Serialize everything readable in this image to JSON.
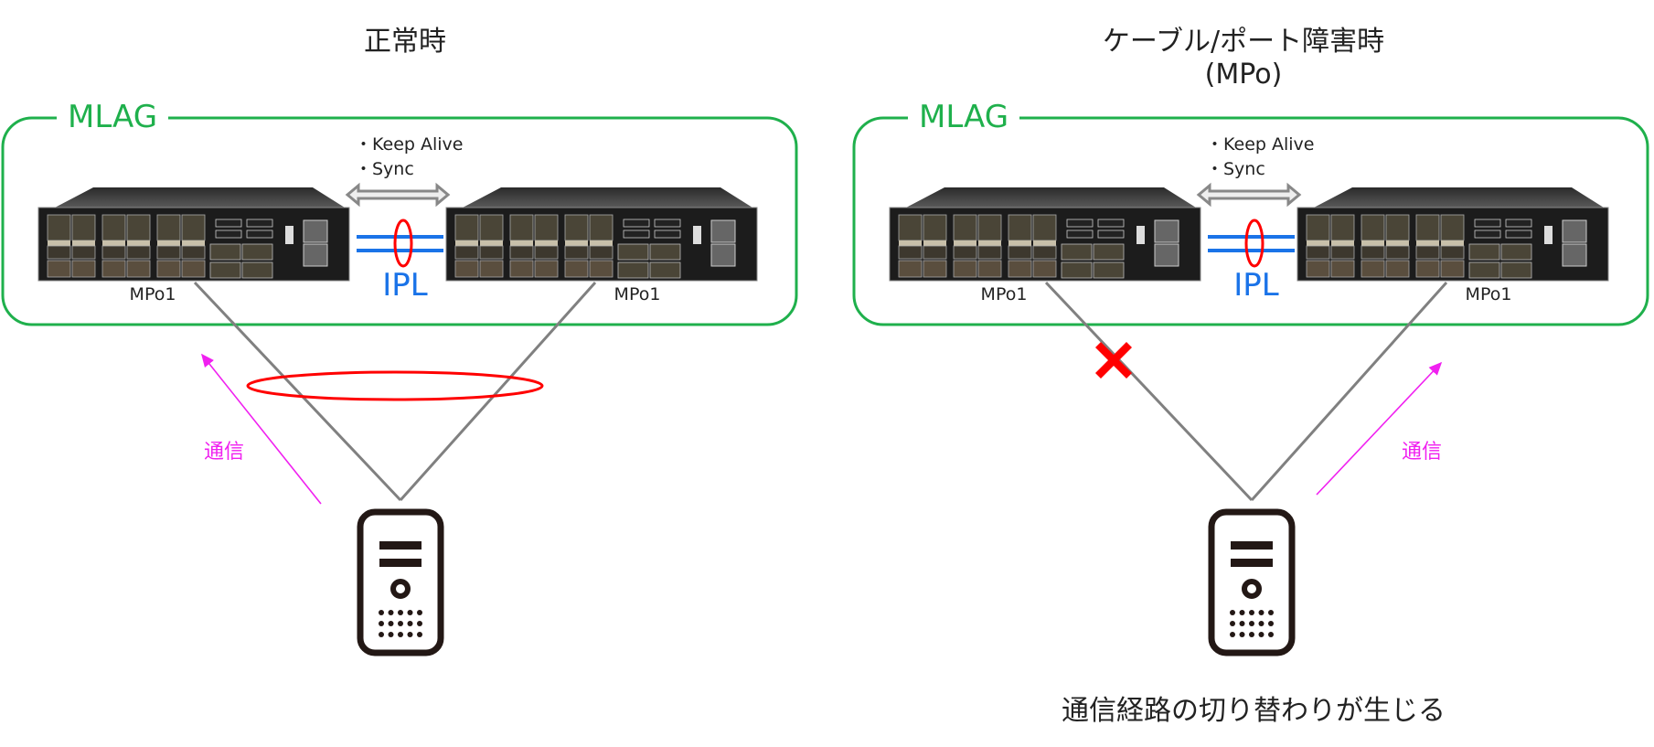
{
  "left": {
    "title": "正常時",
    "group_label": "MLAG",
    "control_items": [
      "・Keep Alive",
      "・Sync"
    ],
    "ipl_label": "IPL",
    "port_labels": [
      "MPo1",
      "MPo1"
    ],
    "traffic_label": "通信"
  },
  "right": {
    "title_line1": "ケーブル/ポート障害時",
    "title_line2": "(MPo)",
    "group_label": "MLAG",
    "control_items": [
      "・Keep Alive",
      "・Sync"
    ],
    "ipl_label": "IPL",
    "port_labels": [
      "MPo1",
      "MPo1"
    ],
    "traffic_label": "通信",
    "caption": "通信経路の切り替わりが生じる"
  },
  "colors": {
    "mlag_green": "#1fb04c",
    "ipl_blue": "#1a73e8",
    "lag_red": "#ff0000",
    "traffic_magenta": "#f020f0",
    "link_gray": "#808080"
  },
  "icons": [
    "switch-icon",
    "server-icon",
    "double-arrow-icon",
    "failure-x-icon"
  ]
}
